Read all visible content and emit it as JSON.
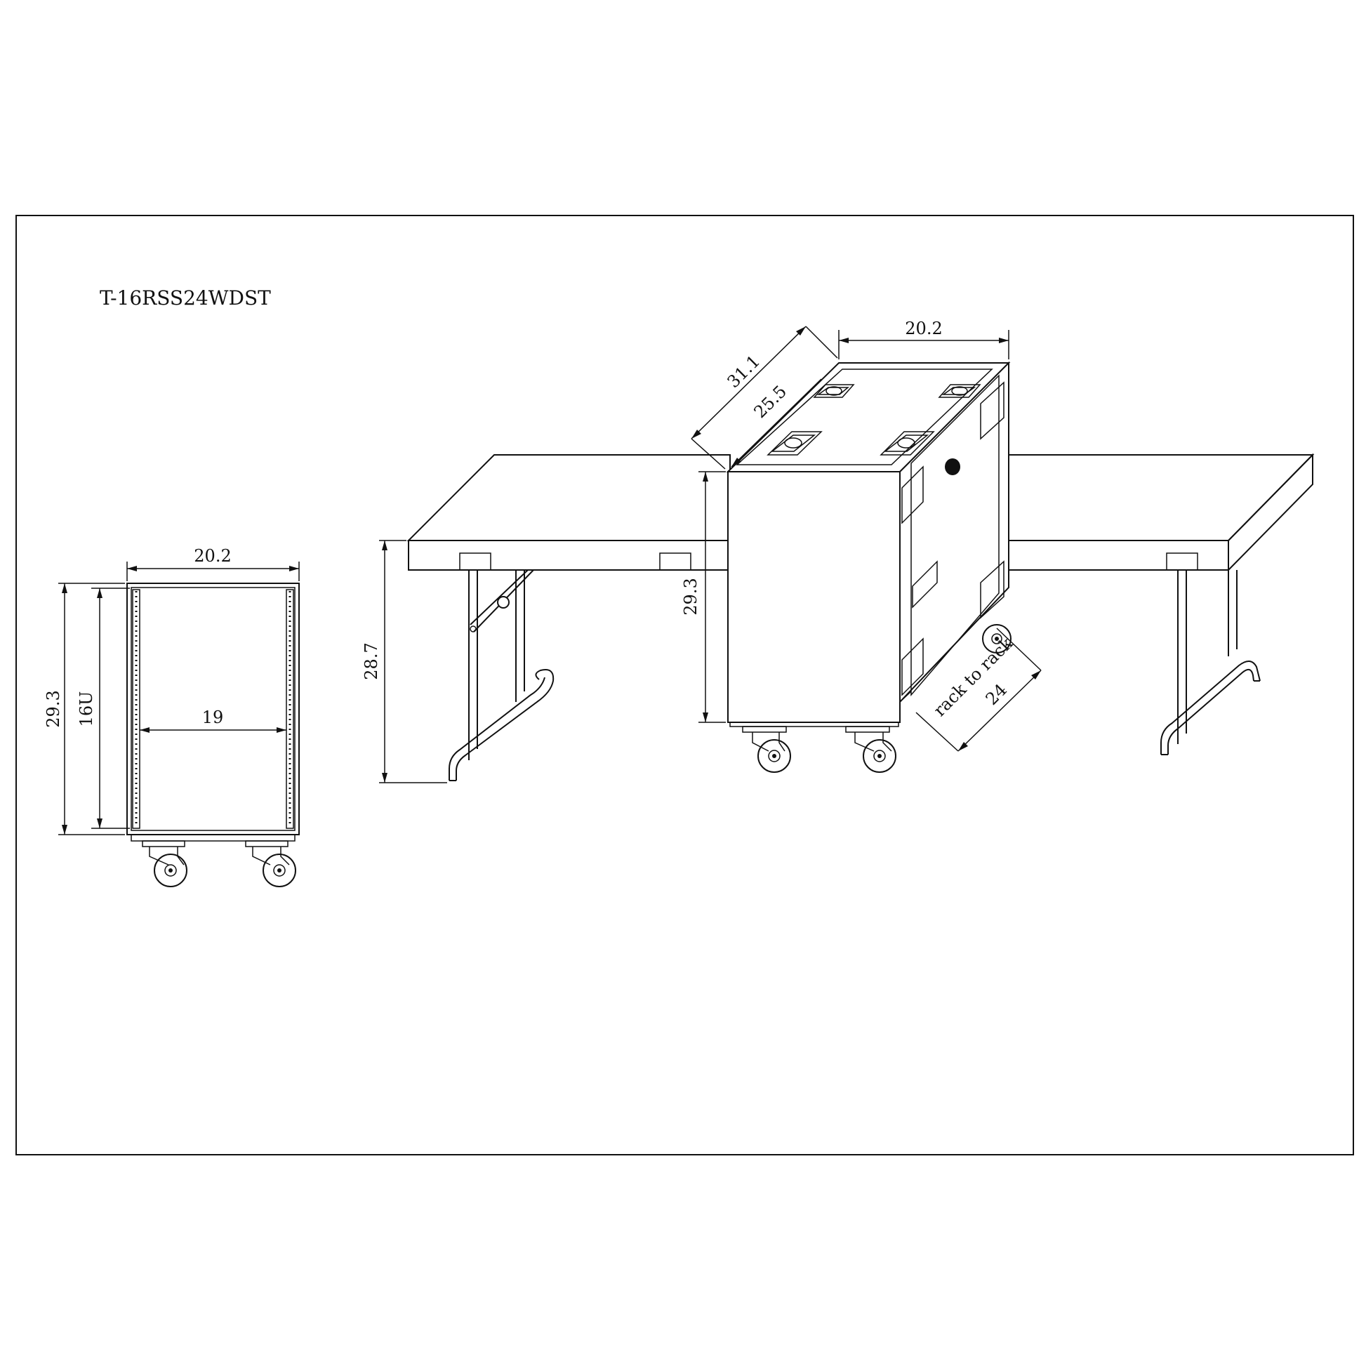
{
  "drawing": {
    "model": "T-16RSS24WDST"
  },
  "front_view": {
    "width_label": "20.2",
    "height_label": "29.3",
    "rack_units_label": "16U",
    "rail_width_label": "19"
  },
  "iso_view": {
    "width_label": "20.2",
    "outer_depth_label": "31.1",
    "inner_depth_label": "25.5",
    "height_label": "29.3",
    "table_height_label": "28.7",
    "rack_to_rack_label": "rack to rack",
    "rack_to_rack_value": "24"
  }
}
